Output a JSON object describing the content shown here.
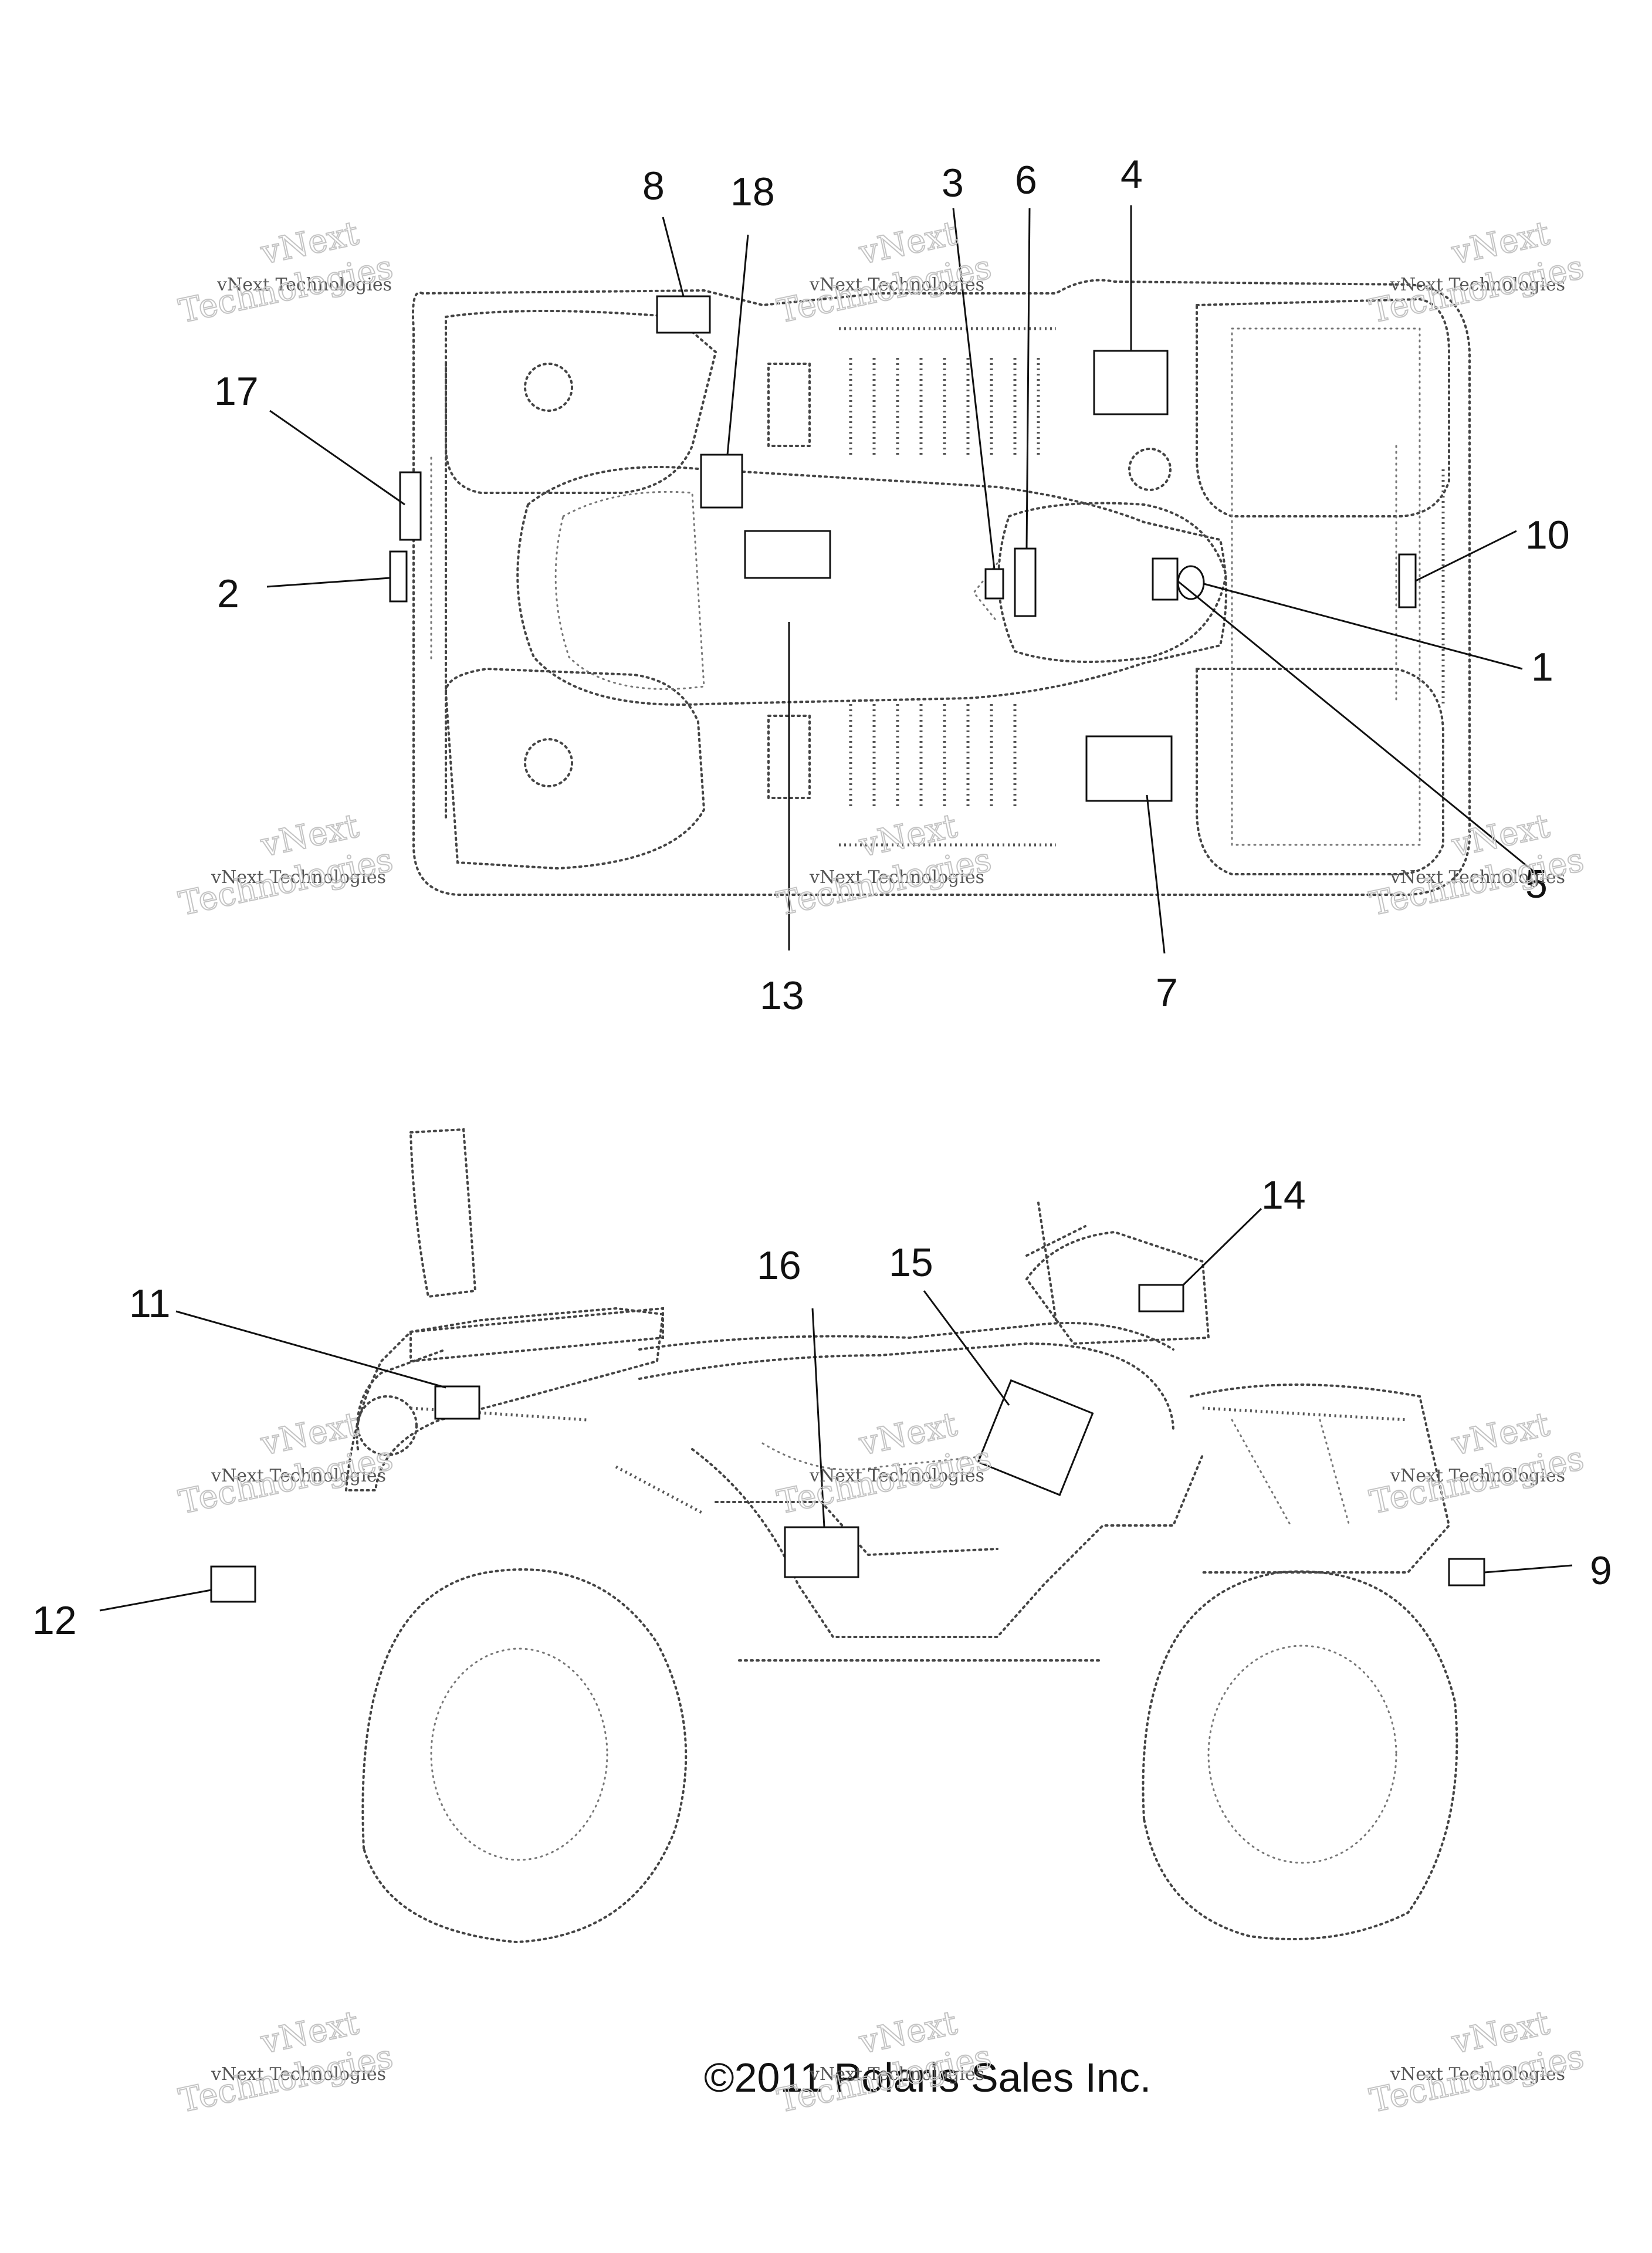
{
  "callouts": {
    "c1": "1",
    "c2": "2",
    "c3": "3",
    "c4": "4",
    "c5": "5",
    "c6": "6",
    "c7": "7",
    "c8": "8",
    "c9": "9",
    "c10": "10",
    "c11": "11",
    "c12": "12",
    "c13": "13",
    "c14": "14",
    "c15": "15",
    "c16": "16",
    "c17": "17",
    "c18": "18"
  },
  "copyright": "©2011 Polaris Sales Inc.",
  "watermark": {
    "line1": "vNext",
    "line2": "vNext Technologies",
    "line3": "Technologies"
  },
  "colors": {
    "line": "#111111",
    "dotted": "#444444",
    "watermark": "#c4c4c4"
  }
}
